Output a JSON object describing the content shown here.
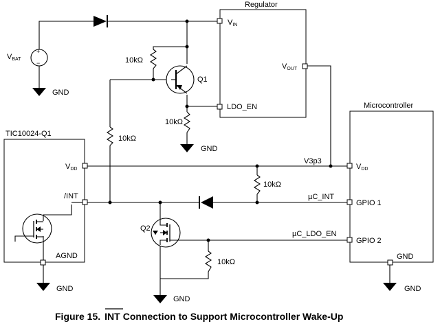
{
  "blocks": {
    "regulator": "Regulator",
    "microcontroller": "Microcontroller",
    "tic": "TIC10024-Q1"
  },
  "pins": {
    "vin_main": "V",
    "vin_sub": "IN",
    "vout_main": "V",
    "vout_sub": "OUT",
    "ldo_en": "LDO_EN",
    "vdd_main": "V",
    "vdd_sub": "DD",
    "int": "/INT",
    "agnd": "AGND",
    "mvdd_main": "V",
    "mvdd_sub": "DD",
    "gpio1": "GPIO 1",
    "gpio2": "GPIO 2",
    "mgnd": "GND"
  },
  "nets": {
    "v3p3": "V3p3",
    "uc_int": "µC_INT",
    "uc_ldo_en": "µC_LDO_EN"
  },
  "components": {
    "vbat_main": "V",
    "vbat_sub": "BAT",
    "vbat_plus": "+",
    "vbat_minus": "−",
    "q1": "Q1",
    "q2": "Q2",
    "r1": "10kΩ",
    "r2": "10kΩ",
    "r3": "10kΩ",
    "r4": "10kΩ",
    "r5": "10kΩ"
  },
  "grounds": {
    "g1": "GND",
    "g2": "GND",
    "g3": "GND",
    "g4": "GND",
    "g5": "GND"
  },
  "caption": {
    "prefix": "Figure 15.",
    "overline": "INT",
    "rest": "Connection to Support Microcontroller Wake-Up"
  }
}
